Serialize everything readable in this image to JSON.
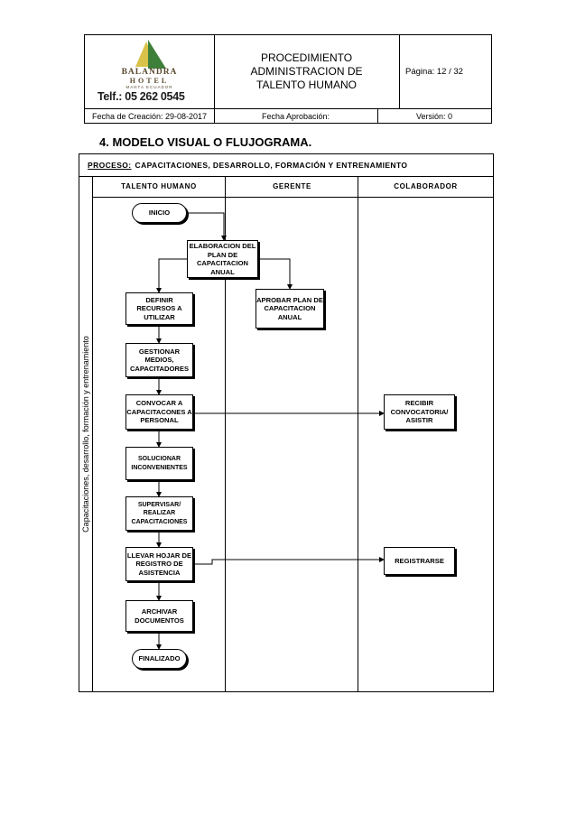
{
  "header": {
    "logo": {
      "line1": "BALANDRA",
      "line2": "HOTEL",
      "line3": "MANTA ECUADOR",
      "phone": "Telf.: 05 262 0545"
    },
    "title": "PROCEDIMIENTO ADMINISTRACION DE TALENTO HUMANO",
    "page": "Página:  12 / 32",
    "created": "Fecha de Creación: 29-08-2017",
    "approved": "Fecha Aprobación:",
    "version": "Versión:  0"
  },
  "section_title": "4.   MODELO VISUAL O FLUJOGRAMA.",
  "flowchart": {
    "process_label": "PROCESO:",
    "process_name": "CAPACITACIONES, DESARROLLO, FORMACIÓN Y ENTRENAMIENTO",
    "side_label": "Capacitaciones, desarrollo, formación y entrenamiento",
    "lanes": [
      "TALENTO HUMANO",
      "GERENTE",
      "COLABORADOR"
    ],
    "steps": {
      "inicio": "INICIO",
      "elaboracion": "ELABORACION DEL PLAN DE CAPACITACION ANUAL",
      "definir": "DEFINIR RECURSOS A UTILIZAR",
      "aprobar": "APROBAR PLAN DE CAPACITACION ANUAL",
      "gestionar": "GESTIONAR MEDIOS, CAPACITADORES",
      "convocar": "CONVOCAR A CAPACITACONES A PERSONAL",
      "recibir": "RECIBIR CONVOCATORIA/ ASISTIR",
      "solucionar": "SOLUCIONAR INCONVENIENTES",
      "supervisar": "SUPERVISAR/ REALIZAR CAPACITACIONES",
      "llevar": "LLEVAR HOJAR DE REGISTRO DE ASISTENCIA",
      "registrarse": "REGISTRARSE",
      "archivar": "ARCHIVAR DOCUMENTOS",
      "finalizado": "FINALIZADO"
    }
  }
}
